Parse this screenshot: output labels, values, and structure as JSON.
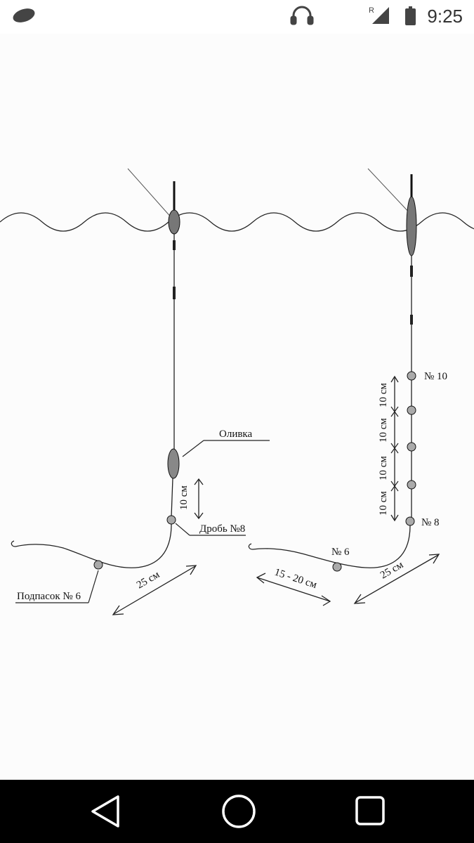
{
  "status_bar": {
    "time": "9:25",
    "network_label": "R",
    "icons": [
      "app-logo-icon",
      "headphones-icon",
      "cell-signal-icon",
      "battery-icon"
    ]
  },
  "diagram": {
    "labels": {
      "olive": "Оливка",
      "shot_8": "Дробь №8",
      "sub_weight_6": "Подпасок № 6",
      "left_leader_25": "25 см",
      "left_gap_10": "10 см",
      "right_no10": "№ 10",
      "right_no8": "№ 8",
      "right_no6": "№ 6",
      "right_leader_25": "25 см",
      "right_dist_15_20": "15 - 20 см",
      "seg_1": "10 см",
      "seg_2": "10 см",
      "seg_3": "10 см",
      "seg_4": "10 см"
    }
  },
  "nav_bar": {
    "icons": [
      "back-icon",
      "home-icon",
      "recents-icon"
    ]
  }
}
